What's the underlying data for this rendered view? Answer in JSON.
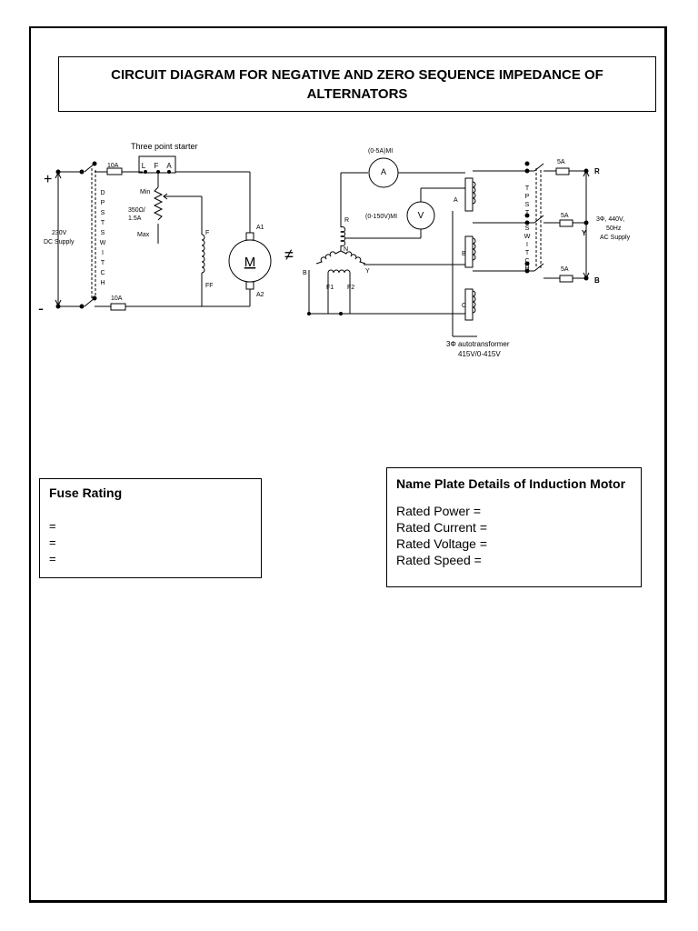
{
  "title": "CIRCUIT DIAGRAM FOR NEGATIVE AND ZERO SEQUENCE IMPEDANCE OF ALTERNATORS",
  "dc_side": {
    "plus": "+",
    "minus": "-",
    "supply": [
      "230V",
      "DC Supply"
    ],
    "switch_letters": [
      "D",
      "P",
      "S",
      "T",
      "S",
      "W",
      "I",
      "T",
      "C",
      "H"
    ],
    "fuse_top": "10A",
    "fuse_bottom": "10A",
    "starter_label": "Three point starter",
    "starter_terminals": [
      "L",
      "F",
      "A"
    ],
    "rheostat_min": "Min",
    "rheostat_rating": [
      "350Ω/",
      "1.5A"
    ],
    "rheostat_max": "Max",
    "field_top": "F",
    "field_bottom": "FF",
    "motor": "M",
    "armature_top": "A1",
    "armature_bottom": "A2",
    "coupling": "≠"
  },
  "ac_side": {
    "ammeter_label": "(0-5A)MI",
    "ammeter_symbol": "A",
    "voltmeter_label": "(0-150V)MI",
    "voltmeter_symbol": "V",
    "star_terminals": [
      "R",
      "N",
      "B",
      "Y"
    ],
    "field_terminals": [
      "F1",
      "F2"
    ],
    "transformer_phases": [
      "A",
      "B",
      "C"
    ],
    "switch_letters": [
      "T",
      "P",
      "S",
      "T",
      "S",
      "W",
      "I",
      "T",
      "C",
      "H"
    ],
    "fuses": [
      "5A",
      "5A",
      "5A"
    ],
    "lines": [
      "R",
      "Y",
      "B"
    ],
    "supply": [
      "3Φ, 440V,",
      "50Hz",
      "AC Supply"
    ],
    "autotransformer": [
      "3Φ autotransformer",
      "415V/0-415V"
    ]
  },
  "fuse_rating": {
    "title": "Fuse Rating",
    "lines": [
      "=",
      "=",
      "="
    ]
  },
  "name_plate": {
    "title": "Name Plate Details of Induction Motor",
    "lines": [
      "Rated Power   =",
      "Rated Current =",
      "Rated Voltage =",
      "Rated Speed   ="
    ]
  }
}
